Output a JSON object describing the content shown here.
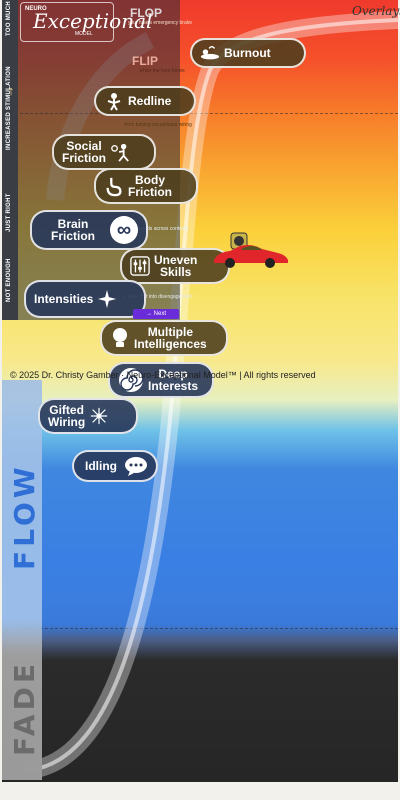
{
  "logo": {
    "prefix": "NEURO",
    "title": "Exceptional",
    "suffix": "MODEL"
  },
  "overlays_label": "Overlays",
  "left_axis": [
    "TOO MUCH",
    "INCREASED STIMULATION",
    "JUST RIGHT",
    "NOT ENOUGH"
  ],
  "zones": {
    "flow": "FLOW",
    "fade": "FADE"
  },
  "panel": {
    "flop_title": "FLOP",
    "flop_text": "your fuse's emergency brake",
    "flip_title": "FLIP",
    "flip_text": "when the fuse blows",
    "flow_text": "from fuming exceptional wiring",
    "flow_text2": "safeguards across contexts",
    "fade_text": "a slow drift into disengagement"
  },
  "pills": [
    {
      "id": "burnout",
      "label": "Burnout",
      "icon": "burnout-icon"
    },
    {
      "id": "redline",
      "label": "Redline",
      "icon": "redline-icon"
    },
    {
      "id": "social-friction",
      "label": "Social\nFriction",
      "icon": "social-friction-icon"
    },
    {
      "id": "body-friction",
      "label": "Body\nFriction",
      "icon": "stomach-icon"
    },
    {
      "id": "brain-friction",
      "label": "Brain\nFriction",
      "icon": "infinity-icon"
    },
    {
      "id": "uneven-skills",
      "label": "Uneven\nSkills",
      "icon": "sliders-icon"
    },
    {
      "id": "intensities",
      "label": "Intensities",
      "icon": "sparkle-icon"
    },
    {
      "id": "multiple-intelligences",
      "label": "Multiple\nIntelligences",
      "icon": "lightbulb-icon"
    },
    {
      "id": "deep-interests",
      "label": "Deep\nInterests",
      "icon": "spiral-icon"
    },
    {
      "id": "gifted-wiring",
      "label": "Gifted\nWiring",
      "icon": "neuron-icon"
    },
    {
      "id": "idling",
      "label": "Idling",
      "icon": "chat-bubble-icon"
    }
  ],
  "next_button": "→ Next",
  "copyright": "© 2025 Dr. Christy Gamber · Neuro-Exceptional Model™ | All rights reserved",
  "colors": {
    "red": "#f03a2c",
    "yellow": "#fbd03a",
    "blue": "#3a7fe3",
    "dark": "#262626",
    "pill_dark": "#4c3e1e",
    "pill_blue": "#28375a",
    "car": "#e0262a"
  }
}
